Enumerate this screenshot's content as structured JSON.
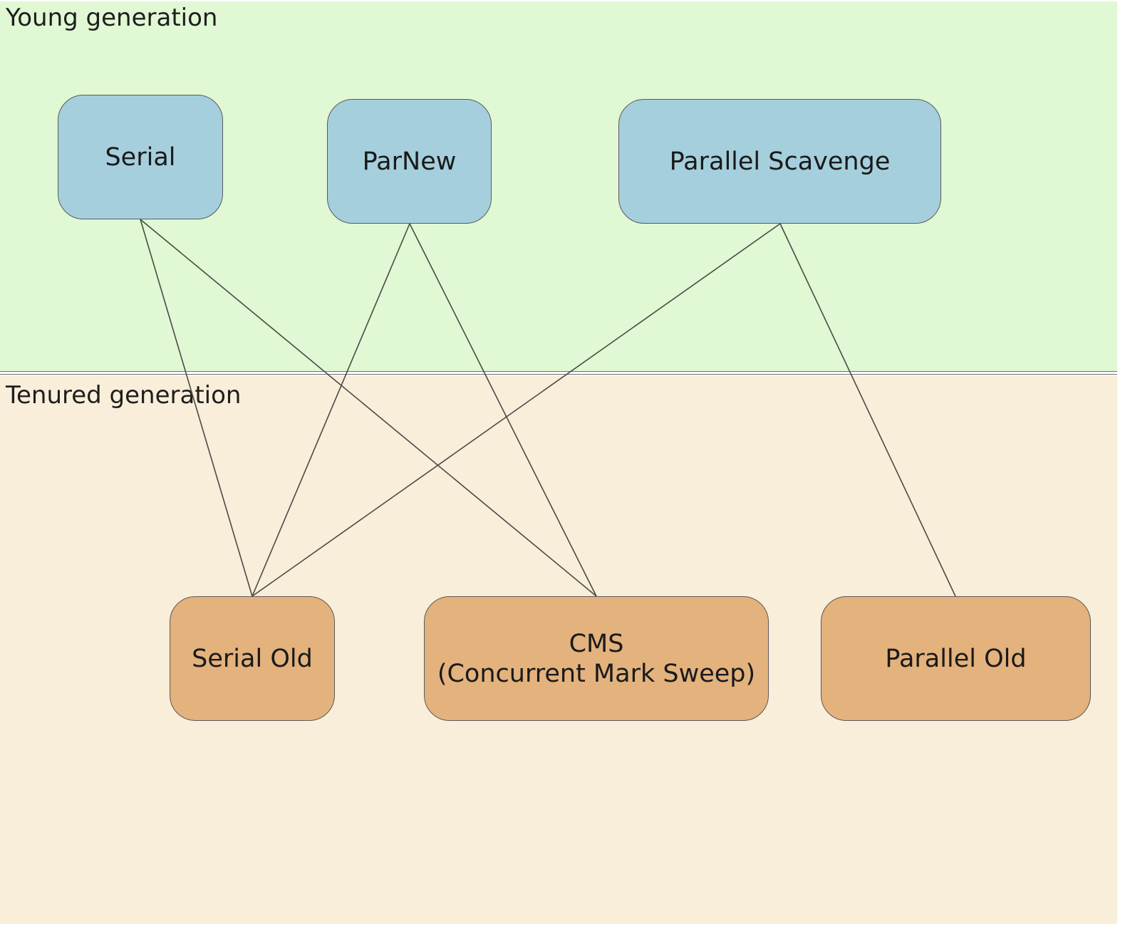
{
  "zones": {
    "young": {
      "label": "Young generation",
      "color": "#e0f8d3"
    },
    "tenured": {
      "label": "Tenured generation",
      "color": "#f9eed9"
    }
  },
  "collectors": {
    "young": [
      {
        "id": "serial",
        "label": "Serial"
      },
      {
        "id": "parnew",
        "label": "ParNew"
      },
      {
        "id": "parallel_scavenge",
        "label": "Parallel Scavenge"
      }
    ],
    "tenured": [
      {
        "id": "serial_old",
        "label": "Serial Old"
      },
      {
        "id": "cms",
        "label": "CMS",
        "sublabel": "(Concurrent Mark Sweep)"
      },
      {
        "id": "parallel_old",
        "label": "Parallel Old"
      }
    ]
  },
  "node_colors": {
    "young": "#a5cfdc",
    "tenured": "#e3b27d"
  },
  "connections": [
    {
      "from": "serial",
      "to": "serial_old"
    },
    {
      "from": "serial",
      "to": "cms"
    },
    {
      "from": "parnew",
      "to": "serial_old"
    },
    {
      "from": "parnew",
      "to": "cms"
    },
    {
      "from": "parallel_scavenge",
      "to": "serial_old"
    },
    {
      "from": "parallel_scavenge",
      "to": "parallel_old"
    }
  ]
}
